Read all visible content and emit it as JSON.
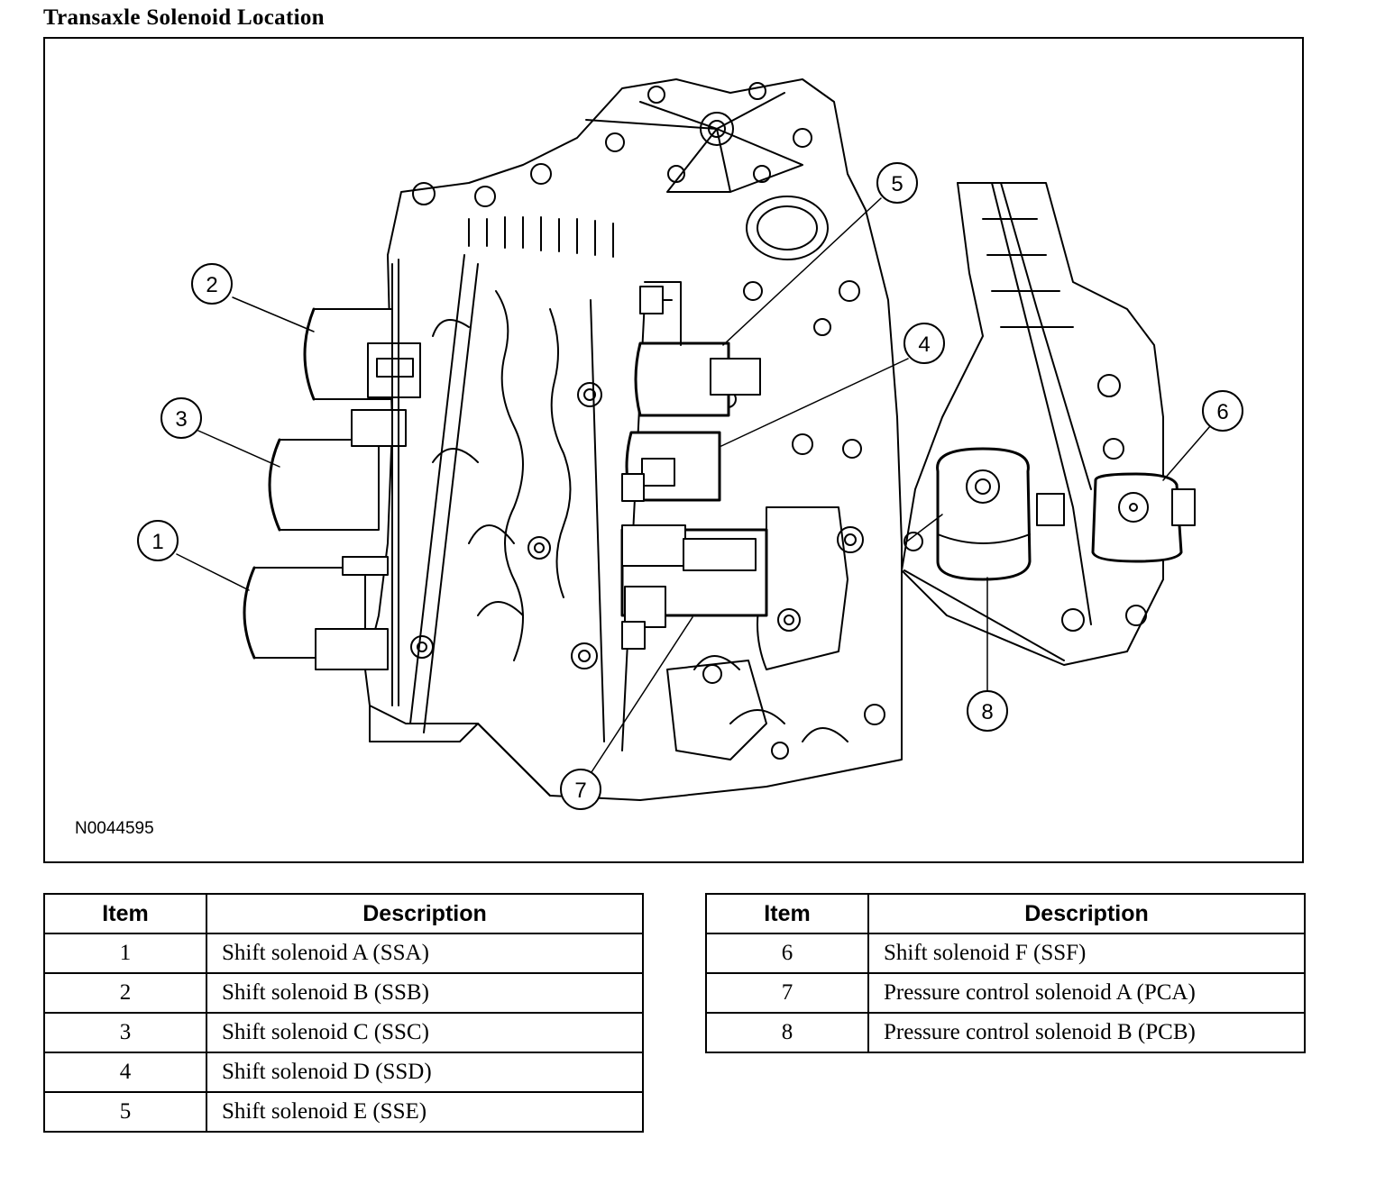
{
  "title": "Transaxle Solenoid Location",
  "figure": {
    "code": "N0044595",
    "callouts": [
      "1",
      "2",
      "3",
      "4",
      "5",
      "6",
      "7",
      "8"
    ]
  },
  "legend": {
    "header": {
      "item": "Item",
      "description": "Description"
    },
    "left": [
      {
        "item": "1",
        "description": "Shift solenoid A (SSA)"
      },
      {
        "item": "2",
        "description": "Shift solenoid B (SSB)"
      },
      {
        "item": "3",
        "description": "Shift solenoid C (SSC)"
      },
      {
        "item": "4",
        "description": "Shift solenoid D (SSD)"
      },
      {
        "item": "5",
        "description": "Shift solenoid E (SSE)"
      }
    ],
    "right": [
      {
        "item": "6",
        "description": "Shift solenoid F (SSF)"
      },
      {
        "item": "7",
        "description": "Pressure control solenoid A (PCA)"
      },
      {
        "item": "8",
        "description": "Pressure control solenoid B (PCB)"
      }
    ]
  }
}
